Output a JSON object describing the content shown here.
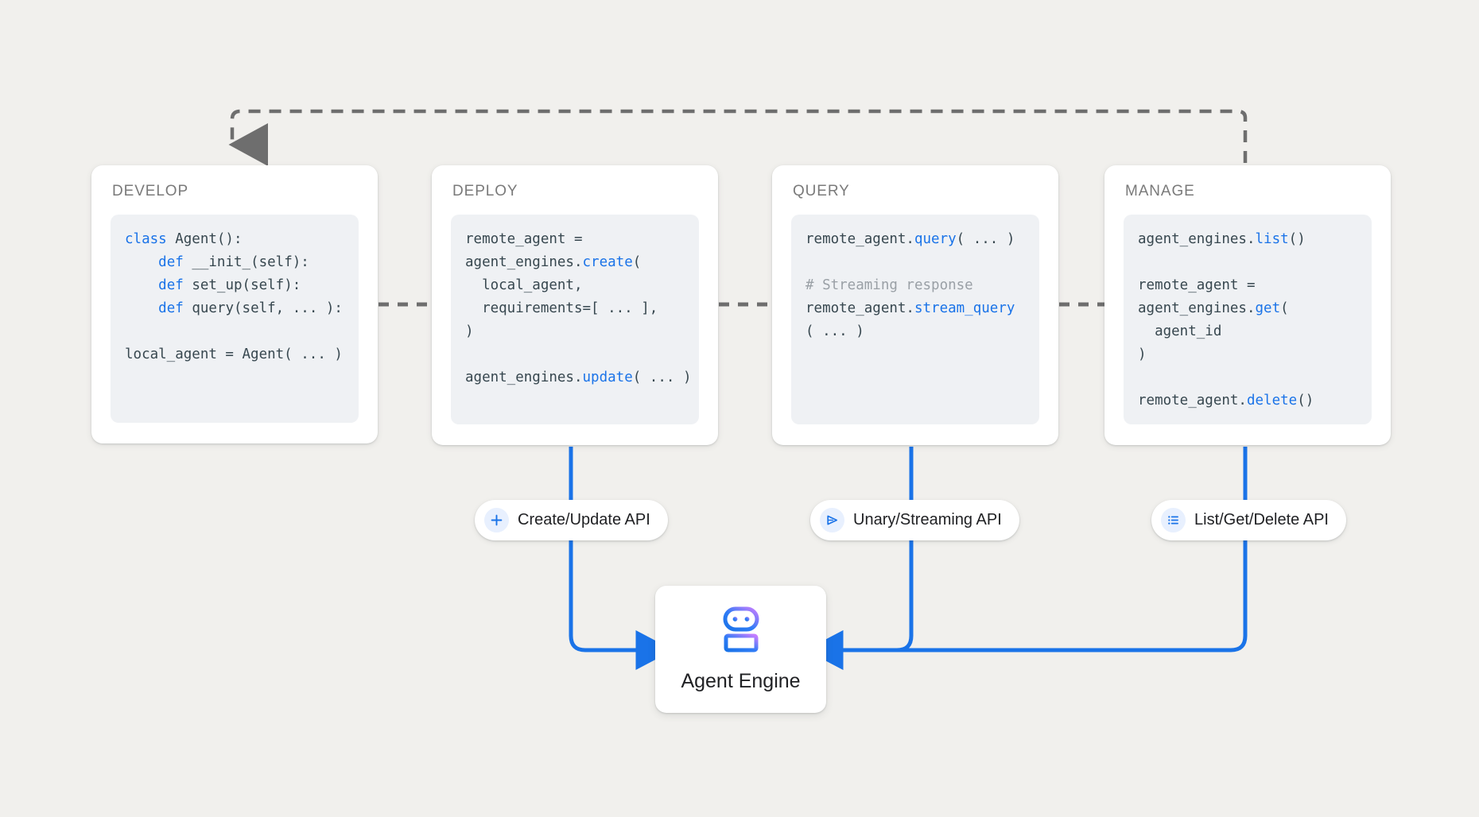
{
  "theme": {
    "background": "#f1f0ed",
    "card_bg": "#ffffff",
    "code_bg": "#eff1f4",
    "accent_blue": "#1a73e8",
    "keyword_blue": "#1a73e8",
    "comment_gray": "#9aa0a6",
    "code_text": "#37474f",
    "title_gray": "#7a7a7a",
    "dashed_arrow": "#6e6e6e"
  },
  "stages": [
    {
      "title": "DEVELOP",
      "code_lines": [
        [
          {
            "t": "class ",
            "c": "kw"
          },
          {
            "t": "Agent():",
            "c": "plain"
          }
        ],
        [
          {
            "t": "    ",
            "c": "plain"
          },
          {
            "t": "def ",
            "c": "kw"
          },
          {
            "t": "__init_(self):",
            "c": "plain"
          }
        ],
        [
          {
            "t": "    ",
            "c": "plain"
          },
          {
            "t": "def ",
            "c": "kw"
          },
          {
            "t": "set_up(self):",
            "c": "plain"
          }
        ],
        [
          {
            "t": "    ",
            "c": "plain"
          },
          {
            "t": "def ",
            "c": "kw"
          },
          {
            "t": "query(self, ... ):",
            "c": "plain"
          }
        ],
        [
          {
            "t": "",
            "c": "plain"
          }
        ],
        [
          {
            "t": "local_agent = Agent( ... )",
            "c": "plain"
          }
        ]
      ]
    },
    {
      "title": "DEPLOY",
      "code_lines": [
        [
          {
            "t": "remote_agent =",
            "c": "plain"
          }
        ],
        [
          {
            "t": "agent_engines.",
            "c": "plain"
          },
          {
            "t": "create",
            "c": "fn"
          },
          {
            "t": "(",
            "c": "plain"
          }
        ],
        [
          {
            "t": "  local_agent,",
            "c": "plain"
          }
        ],
        [
          {
            "t": "  requirements=[ ... ],",
            "c": "plain"
          }
        ],
        [
          {
            "t": ")",
            "c": "plain"
          }
        ],
        [
          {
            "t": "",
            "c": "plain"
          }
        ],
        [
          {
            "t": "agent_engines.",
            "c": "plain"
          },
          {
            "t": "update",
            "c": "fn"
          },
          {
            "t": "( ... )",
            "c": "plain"
          }
        ]
      ]
    },
    {
      "title": "QUERY",
      "code_lines": [
        [
          {
            "t": "remote_agent.",
            "c": "plain"
          },
          {
            "t": "query",
            "c": "fn"
          },
          {
            "t": "( ... )",
            "c": "plain"
          }
        ],
        [
          {
            "t": "",
            "c": "plain"
          }
        ],
        [
          {
            "t": "# Streaming response",
            "c": "cmt"
          }
        ],
        [
          {
            "t": "remote_agent.",
            "c": "plain"
          },
          {
            "t": "stream_query",
            "c": "fn"
          }
        ],
        [
          {
            "t": "( ... )",
            "c": "plain"
          }
        ]
      ]
    },
    {
      "title": "MANAGE",
      "code_lines": [
        [
          {
            "t": "agent_engines.",
            "c": "plain"
          },
          {
            "t": "list",
            "c": "fn"
          },
          {
            "t": "()",
            "c": "plain"
          }
        ],
        [
          {
            "t": "",
            "c": "plain"
          }
        ],
        [
          {
            "t": "remote_agent =",
            "c": "plain"
          }
        ],
        [
          {
            "t": "agent_engines.",
            "c": "plain"
          },
          {
            "t": "get",
            "c": "fn"
          },
          {
            "t": "(",
            "c": "plain"
          }
        ],
        [
          {
            "t": "  agent_id",
            "c": "plain"
          }
        ],
        [
          {
            "t": ")",
            "c": "plain"
          }
        ],
        [
          {
            "t": "",
            "c": "plain"
          }
        ],
        [
          {
            "t": "remote_agent.",
            "c": "plain"
          },
          {
            "t": "delete",
            "c": "fn"
          },
          {
            "t": "()",
            "c": "plain"
          }
        ]
      ]
    }
  ],
  "api_pills": [
    {
      "label": "Create/Update API",
      "icon": "plus-icon"
    },
    {
      "label": "Unary/Streaming API",
      "icon": "send-icon"
    },
    {
      "label": "List/Get/Delete API",
      "icon": "list-icon"
    }
  ],
  "engine": {
    "label": "Agent Engine",
    "icon": "robot-icon"
  }
}
